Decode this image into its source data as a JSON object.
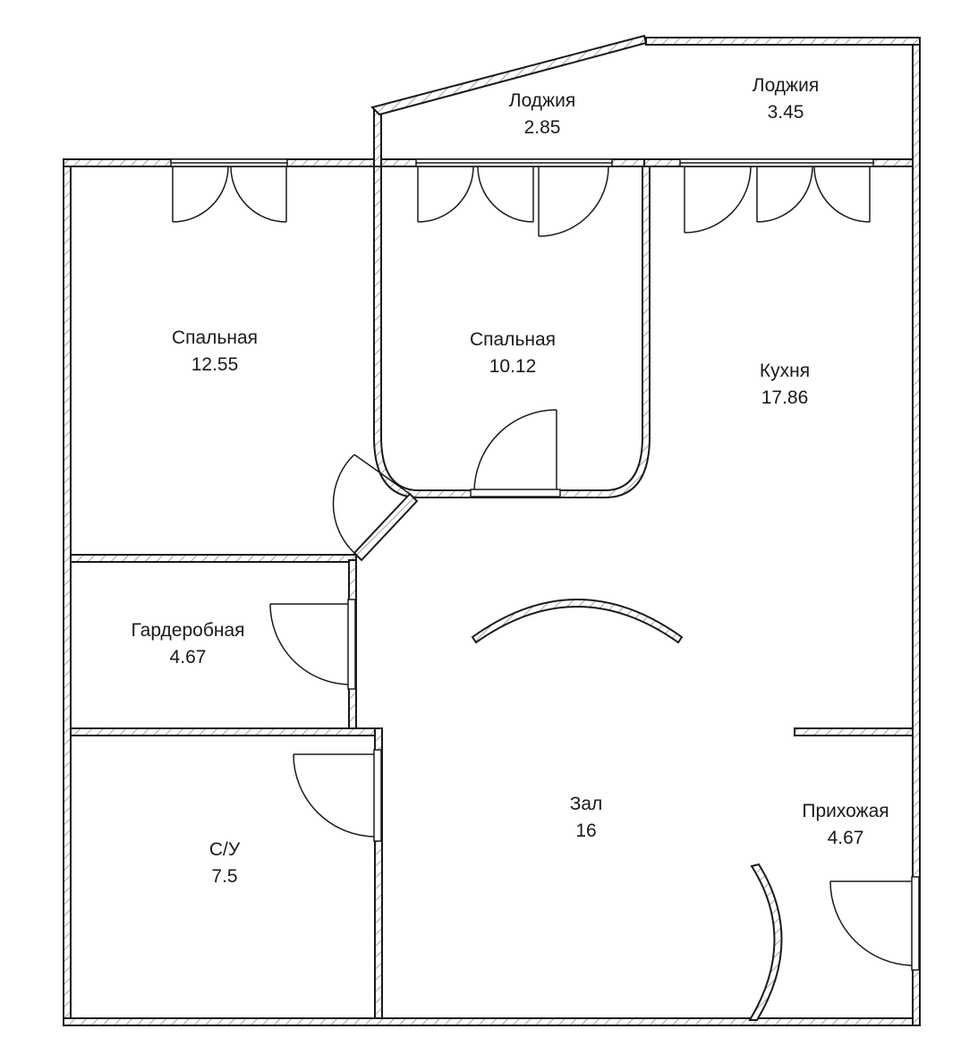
{
  "rooms": [
    {
      "id": "loggia-left",
      "name": "Лоджия",
      "area": "2.85"
    },
    {
      "id": "loggia-right",
      "name": "Лоджия",
      "area": "3.45"
    },
    {
      "id": "bedroom-left",
      "name": "Спальная",
      "area": "12.55"
    },
    {
      "id": "bedroom-mid",
      "name": "Спальная",
      "area": "10.12"
    },
    {
      "id": "kitchen",
      "name": "Кухня",
      "area": "17.86"
    },
    {
      "id": "wardrobe",
      "name": "Гардеробная",
      "area": "4.67"
    },
    {
      "id": "bathroom",
      "name": "С/У",
      "area": "7.5"
    },
    {
      "id": "hall",
      "name": "Зал",
      "area": "16"
    },
    {
      "id": "hallway",
      "name": "Прихожая",
      "area": "4.67"
    }
  ],
  "colors": {
    "wall": "#1a1a1a",
    "hatch": "#7a7a7a",
    "background": "#ffffff"
  }
}
